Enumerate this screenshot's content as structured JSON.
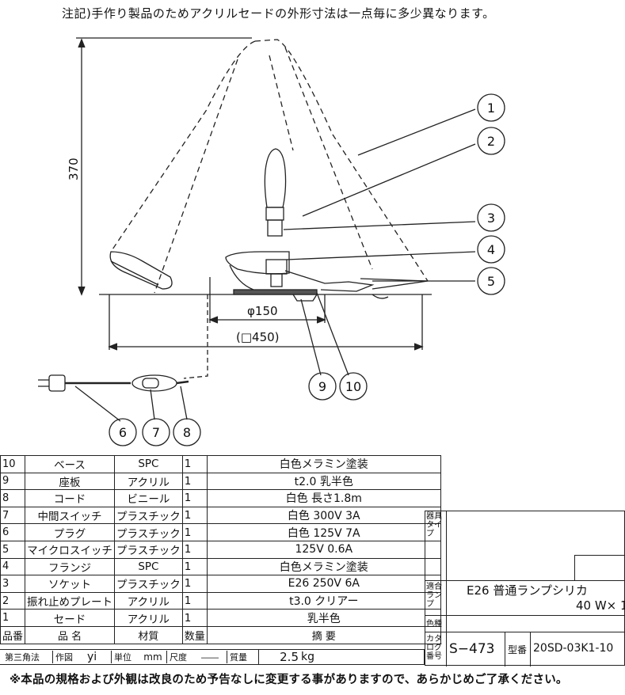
{
  "top_note": "注記)手作り製品のためアクリルセードの外形寸法は一点毎に多少異なります。",
  "dimensions": {
    "height": "370",
    "diameter": "φ150",
    "width": "(□450)"
  },
  "callouts": [
    "1",
    "2",
    "3",
    "4",
    "5",
    "6",
    "7",
    "8",
    "9",
    "10"
  ],
  "parts_table": {
    "rows": [
      {
        "no": "10",
        "name": "ベース",
        "material": "SPC",
        "qty": "1",
        "remark": "白色メラミン塗装"
      },
      {
        "no": "9",
        "name": "座板",
        "material": "アクリル",
        "qty": "1",
        "remark": "t2.0 乳半色"
      },
      {
        "no": "8",
        "name": "コード",
        "material": "ビニール",
        "qty": "1",
        "remark": "白色 長さ1.8m"
      },
      {
        "no": "7",
        "name": "中間スイッチ",
        "material": "プラスチック",
        "qty": "1",
        "remark": "白色 300V 3A"
      },
      {
        "no": "6",
        "name": "プラグ",
        "material": "プラスチック",
        "qty": "1",
        "remark": "白色 125V 7A"
      },
      {
        "no": "5",
        "name": "マイクロスイッチ",
        "material": "プラスチック",
        "qty": "1",
        "remark": "125V 0.6A"
      },
      {
        "no": "4",
        "name": "フランジ",
        "material": "SPC",
        "qty": "1",
        "remark": "白色メラミン塗装"
      },
      {
        "no": "3",
        "name": "ソケット",
        "material": "プラスチック",
        "qty": "1",
        "remark": "E26 250V 6A"
      },
      {
        "no": "2",
        "name": "振れ止めプレート",
        "material": "アクリル",
        "qty": "1",
        "remark": "t3.0 クリアー"
      },
      {
        "no": "1",
        "name": "セード",
        "material": "アクリル",
        "qty": "1",
        "remark": "乳半色"
      }
    ],
    "header": {
      "no": "品番",
      "name": "品 名",
      "material": "材質",
      "qty": "数量",
      "remark": "摘 要"
    }
  },
  "footer": {
    "projection": "第三角法",
    "drawn_label": "作図",
    "drawn_value": "yi",
    "unit_label": "単位",
    "unit_value": "mm",
    "scale_label": "尺度",
    "scale_value": "――",
    "weight_label": "質量",
    "weight_value": "2.5",
    "weight_unit": "kg"
  },
  "title_block": {
    "fixture_label": "器具タイプ",
    "lamp_label": "適合ランプ",
    "lamp_value_1": "E26 普通ランプシリカ",
    "lamp_value_2": "40 W× 1",
    "color_label": "色種",
    "catalog_label": "カタログ番号",
    "catalog_value": "S−473",
    "model_label": "型番",
    "model_value": "20SD-03K1-10"
  },
  "bottom_note": "※本品の規格および外観は改良のため予告なしに変更する事がありますので、あらかじめご了承ください。"
}
